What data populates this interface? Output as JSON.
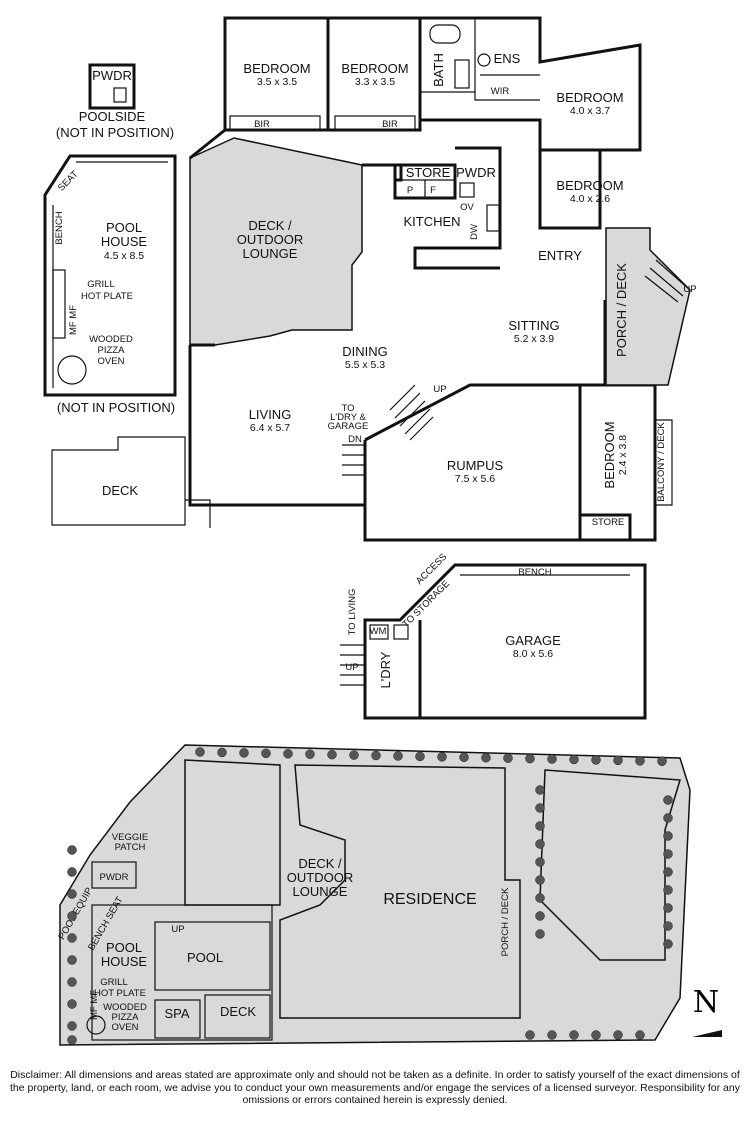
{
  "labels": {
    "pwdr": "PWDR",
    "poolside": "POOLSIDE",
    "not_in_position_1": "(NOT IN POSITION)",
    "not_in_position_2": "(NOT IN POSITION)",
    "seat": "SEAT",
    "bench": "BENCH",
    "pool_house": "POOL",
    "pool_house_2": "HOUSE",
    "pool_house_dim": "4.5 x 8.5",
    "grill": "GRILL",
    "hot_plate": "HOT PLATE",
    "mf": "MF MF",
    "wooded": "WOODED",
    "pizza": "PIZZA",
    "oven": "OVEN",
    "deck": "DECK",
    "bedroom1": "BEDROOM",
    "bedroom1_dim": "3.5 x 3.5",
    "bedroom2": "BEDROOM",
    "bedroom2_dim": "3.3 x 3.5",
    "bir1": "BIR",
    "bir2": "BIR",
    "bath": "BATH",
    "ens": "ENS",
    "wir": "WIR",
    "bedroom3": "BEDROOM",
    "bedroom3_dim": "4.0 x 3.7",
    "bedroom4": "BEDROOM",
    "bedroom4_dim": "4.0 x 2.6",
    "store": "STORE",
    "pwdr2": "PWDR",
    "p": "P",
    "f": "F",
    "ov": "OV",
    "kitchen": "KITCHEN",
    "dw": "DW",
    "deck_outdoor": "DECK /",
    "outdoor_lounge": "OUTDOOR",
    "lounge": "LOUNGE",
    "entry": "ENTRY",
    "up1": "UP",
    "porch_deck": "PORCH / DECK",
    "sitting": "SITTING",
    "sitting_dim": "5.2 x 3.9",
    "dining": "DINING",
    "dining_dim": "5.5 x 5.3",
    "living": "LIVING",
    "living_dim": "6.4 x 5.7",
    "to_ldry": "TO",
    "to_ldry2": "L'DRY &",
    "to_ldry3": "GARAGE",
    "dn": "DN",
    "up2": "UP",
    "rumpus": "RUMPUS",
    "rumpus_dim": "7.5 x 5.6",
    "bedroom5": "BEDROOM",
    "bedroom5_dim": "2.4 x 3.8",
    "balcony": "BALCONY / DECK",
    "store2": "STORE",
    "access": "ACCESS",
    "to_storage": "TO STORAGE",
    "bench2": "BENCH",
    "to_living": "TO LIVING",
    "wm": "WM",
    "ldry": "L'DRY",
    "up3": "UP",
    "garage": "GARAGE",
    "garage_dim": "8.0 x 5.6",
    "site_veggie": "VEGGIE",
    "site_patch": "PATCH",
    "site_pwdr": "PWDR",
    "site_pool_equip": "POOL EQUIP",
    "site_bench_seat": "BENCH SEAT",
    "site_up": "UP",
    "site_pool_house": "POOL",
    "site_pool_house2": "HOUSE",
    "site_pool": "POOL",
    "site_grill": "GRILL",
    "site_hot_plate": "HOT PLATE",
    "site_mf": "MF MF",
    "site_wooded": "WOODED",
    "site_pizza": "PIZZA",
    "site_oven": "OVEN",
    "site_spa": "SPA",
    "site_deck": "DECK",
    "site_deck_outdoor": "DECK /",
    "site_outdoor": "OUTDOOR",
    "site_lounge": "LOUNGE",
    "site_residence": "RESIDENCE",
    "site_porch": "PORCH / DECK",
    "north": "N"
  },
  "disclaimer": "Disclaimer: All dimensions and areas stated are approximate only and should not be taken as a definite. In order to satisfy yourself of the exact dimensions of the property, land, or each room, we advise you to conduct your own measurements and/or engage the services of a licensed surveyor. Responsibility for any omissions or errors contained herein is expressly denied.",
  "colors": {
    "deck_fill": "#d9d9d9",
    "wall": "#111111"
  }
}
